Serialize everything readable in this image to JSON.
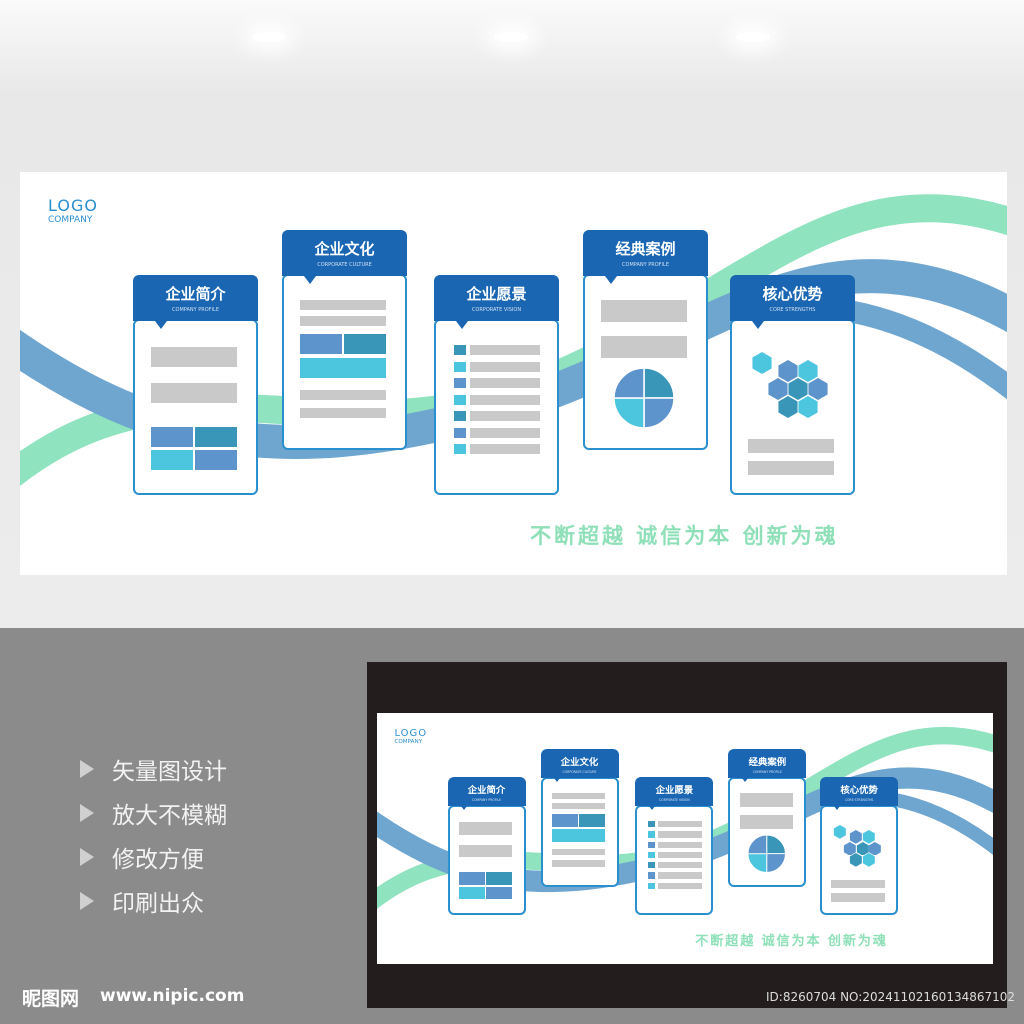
{
  "logo": {
    "line1": "LOGO",
    "line2": "COMPANY"
  },
  "cards": [
    {
      "title": "企业简介",
      "subtitle": "COMPANY PROFILE"
    },
    {
      "title": "企业文化",
      "subtitle": "CORPORATE CULTURE"
    },
    {
      "title": "企业愿景",
      "subtitle": "CORPORATE VISION"
    },
    {
      "title": "经典案例",
      "subtitle": "COMPANY PROFILE"
    },
    {
      "title": "核心优势",
      "subtitle": "CORE STRENGTHS"
    }
  ],
  "slogan": "不断超越  诚信为本  创新为魂",
  "features": [
    "矢量图设计",
    "放大不模糊",
    "修改方便",
    "印刷出众"
  ],
  "watermark": {
    "brand": "昵图网",
    "url": "www.nipic.com"
  },
  "image_id": "ID:8260704 NO:20241102160134867102",
  "colors": {
    "primary": "#1a66b2",
    "border": "#2a8fcf",
    "ribbon_blue": "#6fa6cf",
    "ribbon_green": "#8fe3bf",
    "slogan": "#8fe0b8"
  }
}
